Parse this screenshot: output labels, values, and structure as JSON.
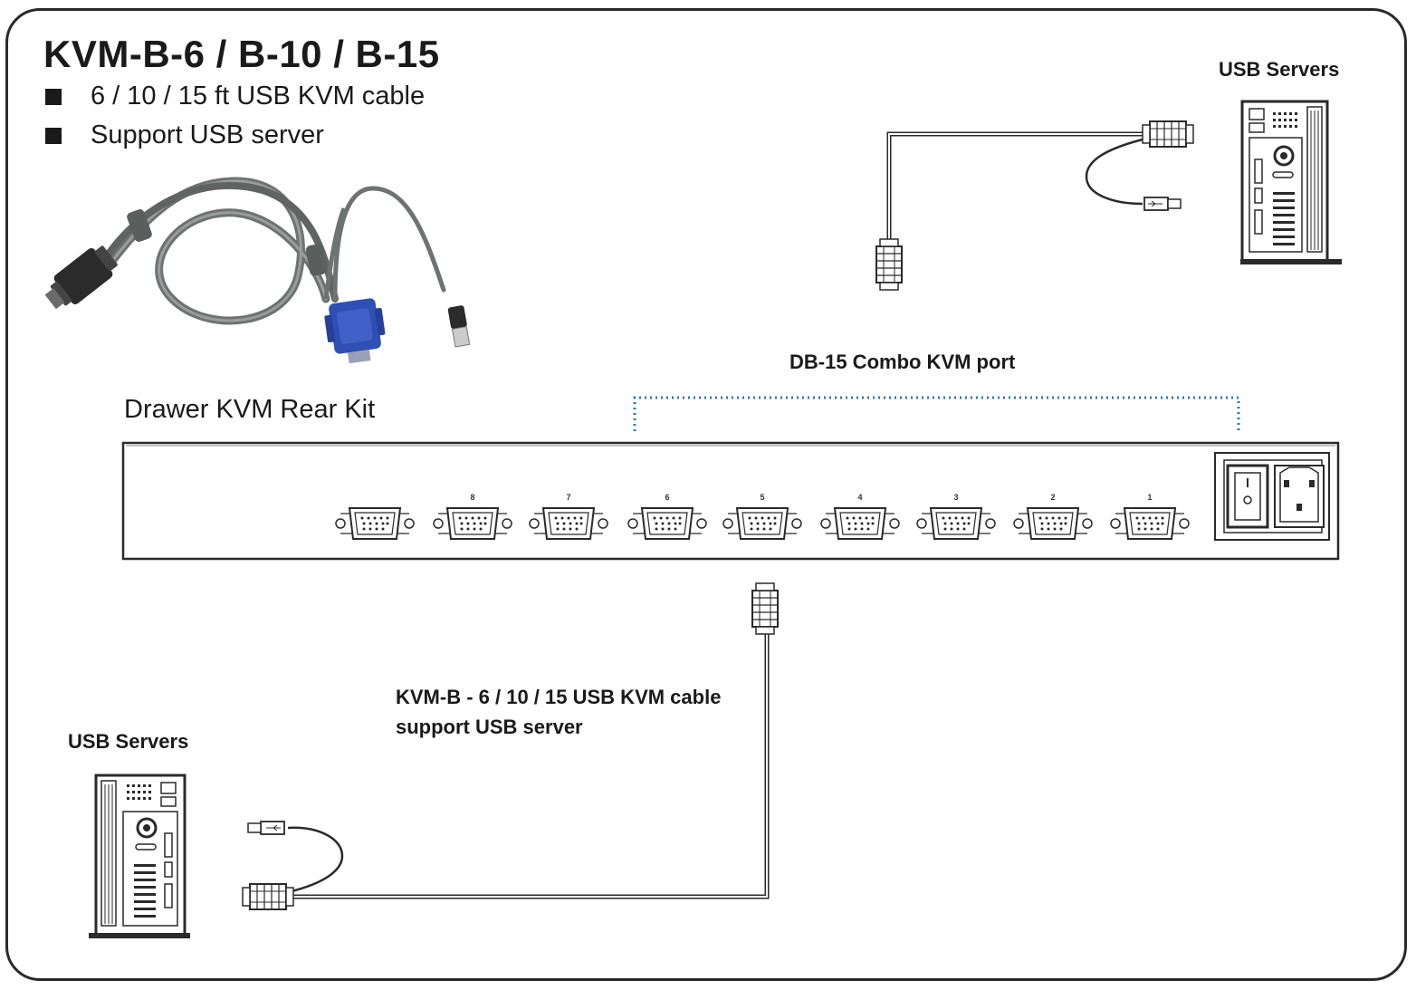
{
  "title": "KVM-B-6 / B-10 / B-15",
  "bullets": [
    "6 / 10 / 15 ft USB KVM cable",
    "Support USB server"
  ],
  "labels": {
    "usb_servers_top": "USB Servers",
    "usb_servers_bottom": "USB Servers",
    "combo_port": "DB-15 Combo KVM port",
    "rear_kit": "Drawer KVM Rear Kit",
    "cable_line1": "KVM-B - 6 / 10 / 15 USB KVM cable",
    "cable_line2": "support USB server"
  },
  "ports": [
    "",
    "8",
    "7",
    "6",
    "5",
    "4",
    "3",
    "2",
    "1"
  ],
  "colors": {
    "stroke": "#2a2a2a",
    "dotted": "#2a7fa0",
    "cable_gray": "#6e7270",
    "connector_blue": "#2f4fb5"
  }
}
